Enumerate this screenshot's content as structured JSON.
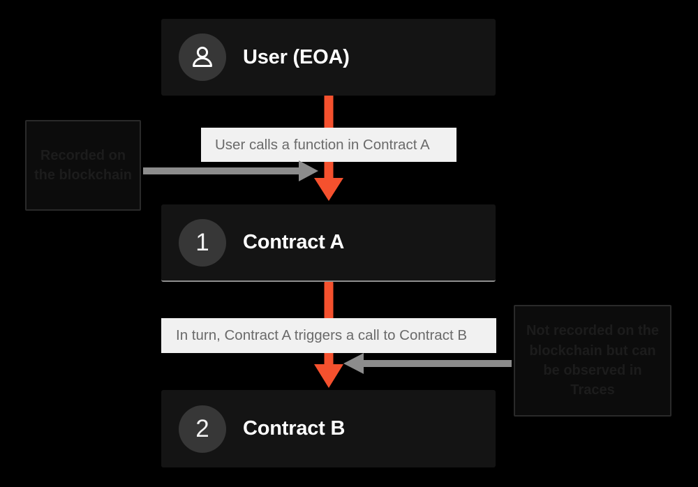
{
  "diagram": {
    "title_nodes": [
      {
        "id": "user",
        "badge_type": "person-icon",
        "badge_text": "",
        "label": "User (EOA)"
      },
      {
        "id": "contract-a",
        "badge_type": "number",
        "badge_text": "1",
        "label": "Contract A"
      },
      {
        "id": "contract-b",
        "badge_type": "number",
        "badge_text": "2",
        "label": "Contract B"
      }
    ],
    "captions": [
      {
        "id": "caption-user-to-a",
        "text": "User calls a function in Contract A"
      },
      {
        "id": "caption-a-to-b",
        "text": "In turn, Contract A triggers a call to Contract B"
      }
    ],
    "annotations": [
      {
        "id": "annotation-recorded",
        "text": "Recorded on the blockchain",
        "arrow_direction": "right"
      },
      {
        "id": "annotation-not-recorded",
        "text": "Not recorded on the blockchain but can be observed in Traces",
        "arrow_direction": "left"
      }
    ],
    "colors": {
      "page_background": "#000000",
      "node_background": "#141414",
      "badge_background": "#373737",
      "node_text": "#ffffff",
      "caption_background": "#f1f1f1",
      "caption_text": "#6a6a6a",
      "flow_arrow": "#f5512e",
      "annotation_arrow": "#8c8c8c",
      "annotation_background": "#0c0c0c",
      "annotation_border": "#2a2a2a",
      "annotation_text": "#1c1c1c"
    }
  }
}
